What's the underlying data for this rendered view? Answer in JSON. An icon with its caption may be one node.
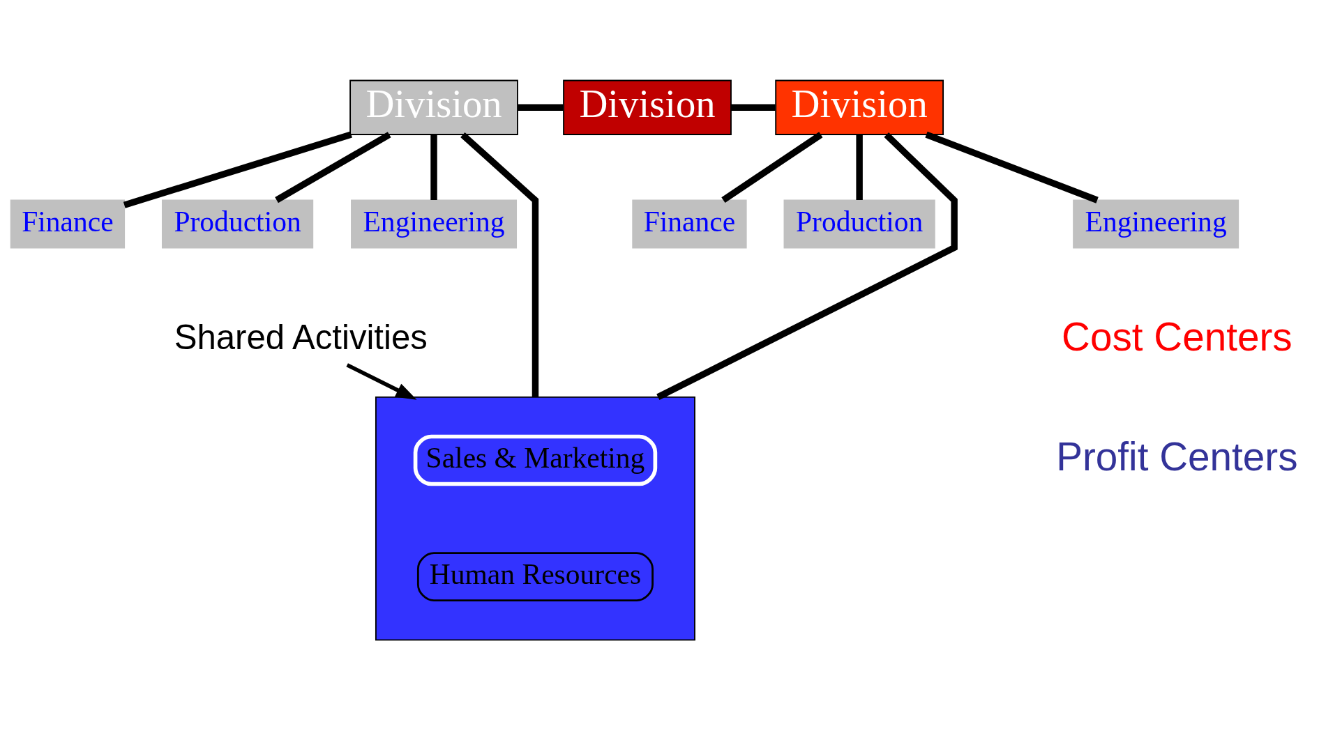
{
  "diagram": {
    "nodes": [
      {
        "text": [
          "Division"
        ]
      },
      {
        "text": [
          "Division"
        ]
      },
      {
        "text": [
          "Division"
        ]
      },
      {
        "text": [
          "Finance"
        ]
      },
      {
        "text": [
          "Production"
        ]
      },
      {
        "text": [
          "Engineering"
        ]
      },
      {
        "text": [
          "Finance"
        ]
      },
      {
        "text": [
          "Production"
        ]
      },
      {
        "text": [
          "Engineering"
        ]
      },
      {
        "text": [
          "Shared Activities"
        ]
      },
      {
        "text": [],
        "shape": "box"
      },
      {
        "text": [
          "Sales & Marketing"
        ],
        "in": 10
      },
      {
        "text": [
          "Human Resources"
        ],
        "in": 10
      }
    ],
    "edges": [
      {
        "from": 0,
        "to": 1,
        "arrow": "none"
      },
      {
        "from": 1,
        "to": 2,
        "arrow": "none"
      },
      {
        "from": 0,
        "to": 3,
        "arrow": "none"
      },
      {
        "from": 0,
        "to": 4,
        "arrow": "none"
      },
      {
        "from": 0,
        "to": 5,
        "arrow": "none"
      },
      {
        "from": 2,
        "to": 6,
        "arrow": "none"
      },
      {
        "from": 2,
        "to": 7,
        "arrow": "none"
      },
      {
        "from": 2,
        "to": 8,
        "arrow": "none"
      },
      {
        "from": 0,
        "to": 10,
        "arrow": "none"
      },
      {
        "from": 2,
        "to": 10,
        "arrow": "none"
      },
      {
        "from": 9,
        "to": 10,
        "arrow": "to"
      }
    ],
    "legend": [
      {
        "text": "Cost Centers",
        "color": "#ff0000"
      },
      {
        "text": "Profit Centers",
        "color": "#333399"
      }
    ]
  }
}
